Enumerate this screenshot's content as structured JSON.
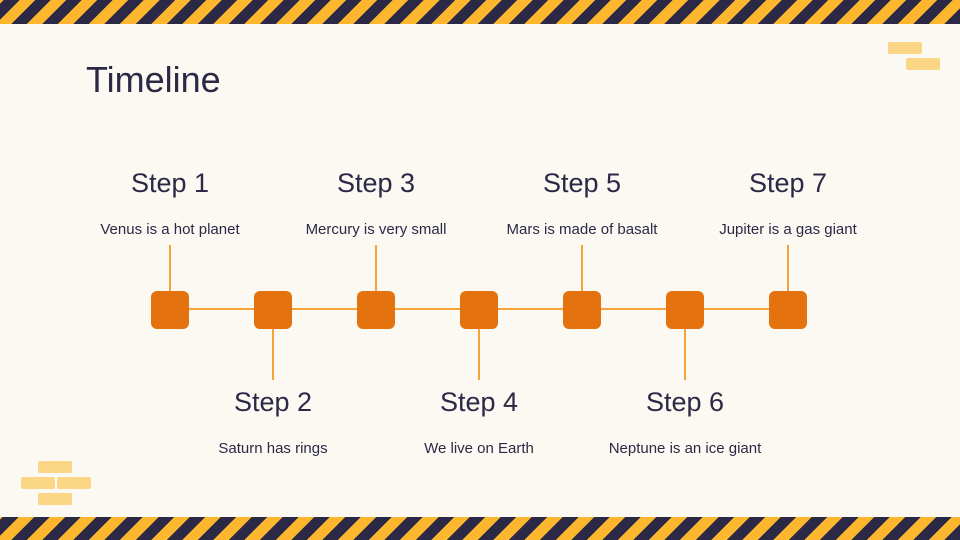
{
  "slide": {
    "title": "Timeline",
    "colors": {
      "background": "#fbf9f2",
      "text": "#2b2945",
      "node": "#e4720f",
      "line": "#f6a43a",
      "stripe_dark": "#2b2945",
      "stripe_yellow": "#fcb72f",
      "brick": "#fbd686"
    }
  },
  "steps": [
    {
      "title": "Step 1",
      "description": "Venus is a hot planet"
    },
    {
      "title": "Step 2",
      "description": "Saturn has rings"
    },
    {
      "title": "Step 3",
      "description": "Mercury is very small"
    },
    {
      "title": "Step 4",
      "description": "We live on Earth"
    },
    {
      "title": "Step 5",
      "description": "Mars is made of basalt"
    },
    {
      "title": "Step 6",
      "description": "Neptune is an ice giant"
    },
    {
      "title": "Step 7",
      "description": "Jupiter is a gas giant"
    }
  ]
}
